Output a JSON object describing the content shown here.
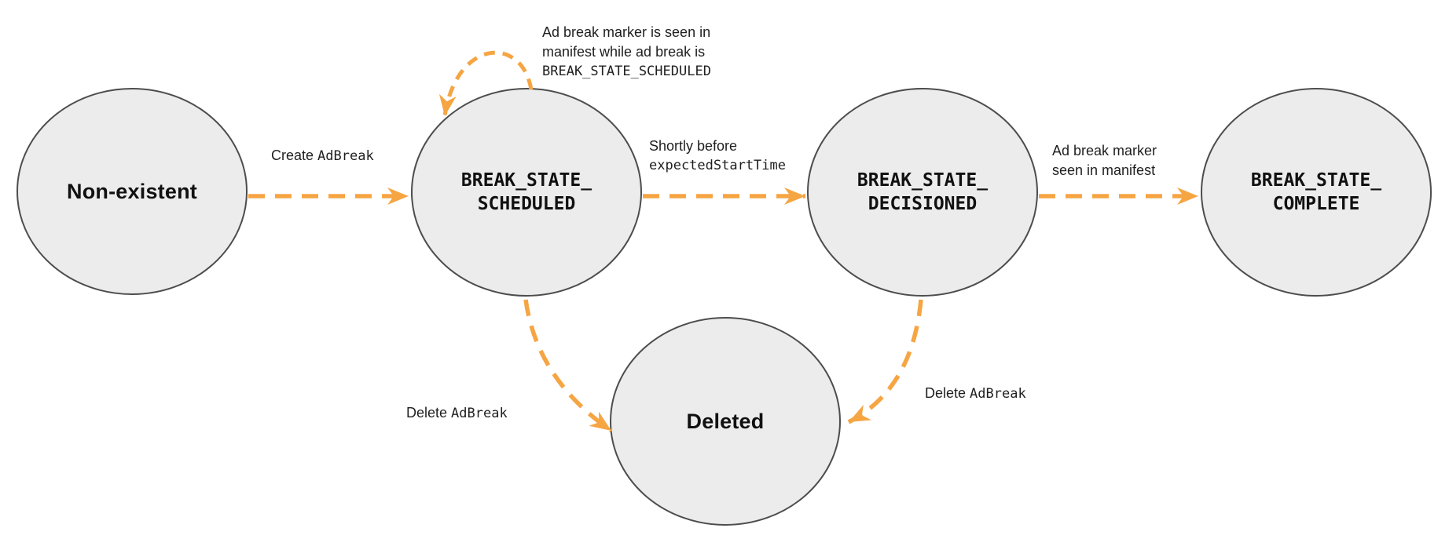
{
  "colors": {
    "accent_orange": "#F6A543",
    "node_fill": "#ececec",
    "node_stroke": "#4d4d4d",
    "text": "#1f1f1f"
  },
  "nodes": {
    "non_existent": {
      "label": "Non-existent"
    },
    "scheduled": {
      "line1": "BREAK_STATE_",
      "line2": "SCHEDULED"
    },
    "decisioned": {
      "line1": "BREAK_STATE_",
      "line2": "DECISIONED"
    },
    "complete": {
      "line1": "BREAK_STATE_",
      "line2": "COMPLETE"
    },
    "deleted": {
      "label": "Deleted"
    }
  },
  "edges": {
    "create": {
      "sans": "Create ",
      "mono": "AdBreak"
    },
    "self_loop": {
      "line1": "Ad break marker is seen in",
      "line2": "manifest while ad break is",
      "line3": "BREAK_STATE_SCHEDULED"
    },
    "to_decisioned": {
      "line1": "Shortly before",
      "line2": "expectedStartTime"
    },
    "to_complete": {
      "line1": "Ad break marker",
      "line2": "seen in manifest"
    },
    "delete_from_scheduled": {
      "sans": "Delete ",
      "mono": "AdBreak"
    },
    "delete_from_decisioned": {
      "sans": "Delete ",
      "mono": "AdBreak"
    }
  }
}
